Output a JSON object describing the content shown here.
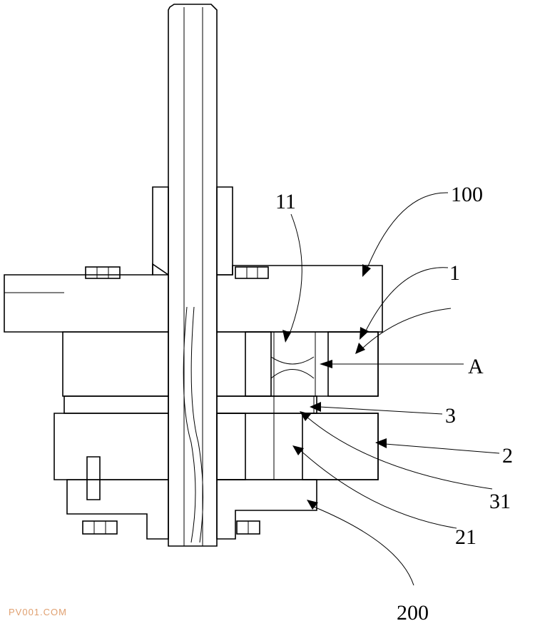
{
  "drawing": {
    "labels": {
      "l11": "11",
      "l100": "100",
      "l1": "1",
      "lA": "A",
      "l3": "3",
      "l2": "2",
      "l31": "31",
      "l21": "21",
      "l200": "200"
    },
    "watermark": "PV001.COM"
  }
}
